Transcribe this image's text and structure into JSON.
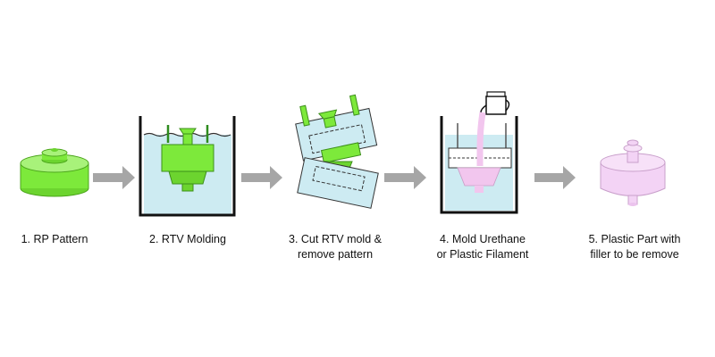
{
  "steps": [
    {
      "label": [
        "1. RP Pattern"
      ]
    },
    {
      "label": [
        "2. RTV Molding"
      ]
    },
    {
      "label": [
        "3. Cut RTV mold &",
        "remove pattern"
      ]
    },
    {
      "label": [
        "4. Mold Urethane",
        "or Plastic Filament"
      ]
    },
    {
      "label": [
        "5. Plastic Part  with",
        "filler to be remove"
      ]
    }
  ],
  "colors": {
    "pattern_green": "#7DE93B",
    "pattern_green_light": "#A8F27A",
    "rtv_blue": "#CDEBF2",
    "urethane_pink": "#F2C6EE",
    "part_pink": "#F3D3F5",
    "arrow_gray": "#A6A6A6",
    "tank_black": "#111111"
  }
}
